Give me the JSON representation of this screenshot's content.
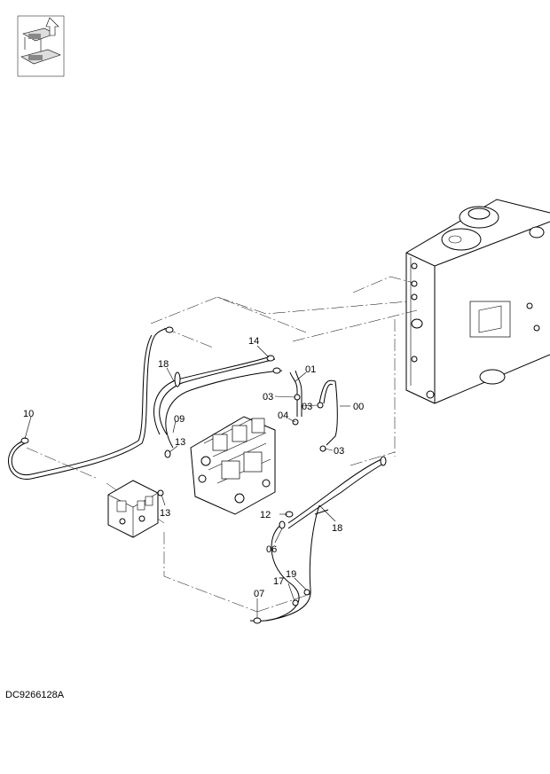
{
  "drawing_code": "DC9266128A",
  "part_labels": [
    "00",
    "01",
    "03",
    "03",
    "03",
    "04",
    "06",
    "07",
    "09",
    "10",
    "12",
    "13",
    "13",
    "14",
    "17",
    "18",
    "18",
    "19"
  ]
}
